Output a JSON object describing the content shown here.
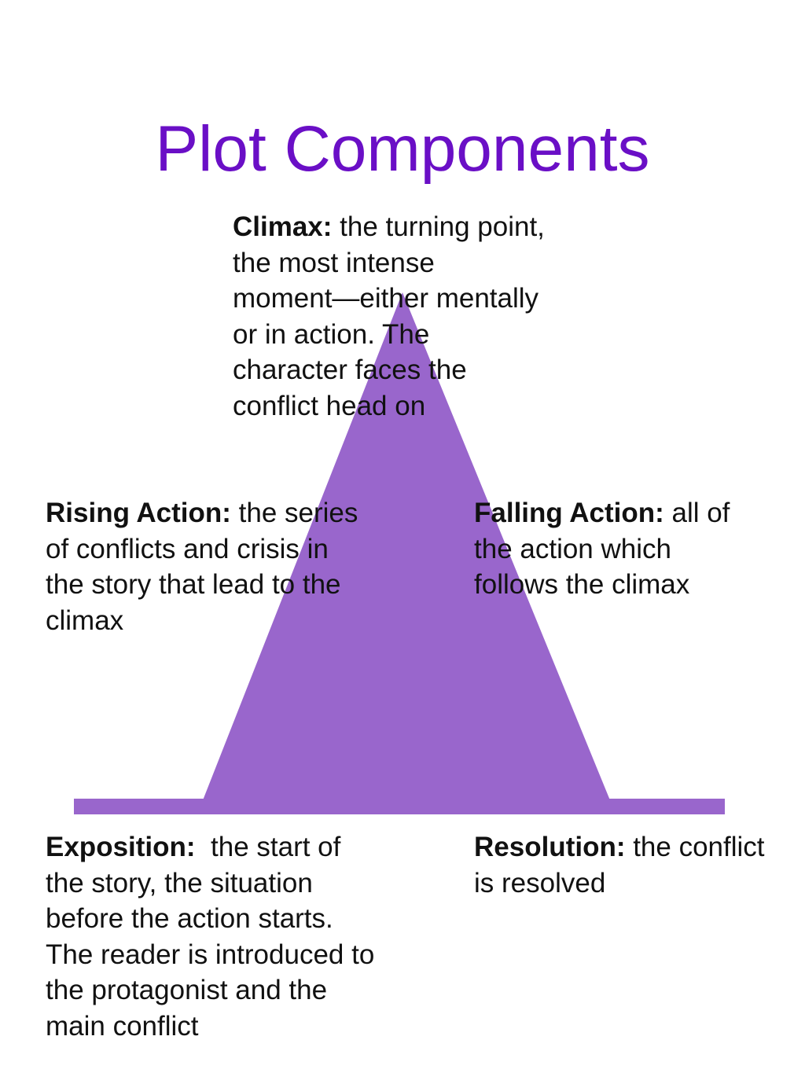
{
  "title": "Plot Components",
  "colors": {
    "title": "#6a0fc6",
    "shape": "#9966cc",
    "text": "#111111"
  },
  "components": {
    "climax": {
      "term": "Climax:",
      "lines": [
        " the turning point,",
        "the most intense",
        "moment—either mentally",
        "or in action. The",
        "character faces the",
        "conflict head on"
      ]
    },
    "rising_action": {
      "term": "Rising Action:",
      "lines": [
        " the series",
        "of conflicts and crisis in",
        "the story that lead to the",
        "climax"
      ]
    },
    "falling_action": {
      "term": "Falling Action:",
      "lines": [
        " all of",
        "the action which",
        "follows the climax"
      ]
    },
    "exposition": {
      "term": "Exposition:",
      "lines": [
        "  the start of",
        "the story, the situation",
        "before the action starts.",
        "The reader is introduced to",
        "the protagonist and the",
        "main conflict"
      ]
    },
    "resolution": {
      "term": "Resolution:",
      "lines": [
        " the conflict",
        "is resolved"
      ]
    }
  }
}
